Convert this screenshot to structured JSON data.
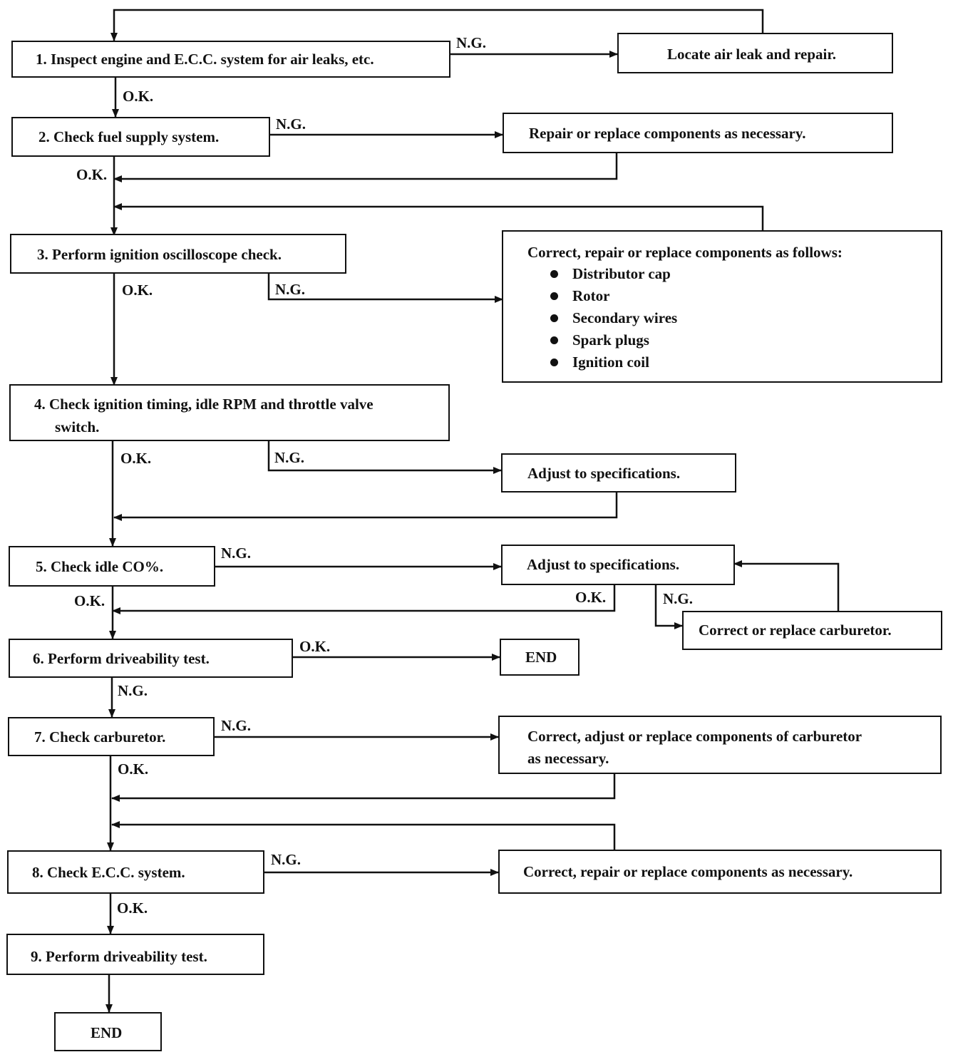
{
  "steps": [
    {
      "num": "1.",
      "text": "Inspect engine and E.C.C. system for air leaks, etc."
    },
    {
      "num": "2.",
      "text": "Check fuel supply system."
    },
    {
      "num": "3.",
      "text": "Perform ignition oscilloscope check."
    },
    {
      "num": "4.",
      "text": "Check ignition timing, idle RPM and throttle valve",
      "text2": "switch."
    },
    {
      "num": "5.",
      "text": "Check idle CO%."
    },
    {
      "num": "6.",
      "text": "Perform driveability test."
    },
    {
      "num": "7.",
      "text": "Check carburetor."
    },
    {
      "num": "8.",
      "text": "Check E.C.C. system."
    },
    {
      "num": "9.",
      "text": "Perform driveability test."
    }
  ],
  "actions": {
    "a1": "Locate air leak and repair.",
    "a2": "Repair or replace components as necessary.",
    "a3": {
      "intro": "Correct, repair or replace components as follows:",
      "items": [
        "Distributor cap",
        "Rotor",
        "Secondary wires",
        "Spark plugs",
        "Ignition coil"
      ]
    },
    "a4": "Adjust to specifications.",
    "a5": "Adjust to specifications.",
    "a5b": "Correct or replace carburetor.",
    "a6": "END",
    "a7": {
      "line1": "Correct, adjust or replace components of carburetor",
      "line2": "as necessary."
    },
    "a8": "Correct, repair or replace components as necessary.",
    "end": "END"
  },
  "labels": {
    "ng": "N.G.",
    "ok": "O.K."
  }
}
